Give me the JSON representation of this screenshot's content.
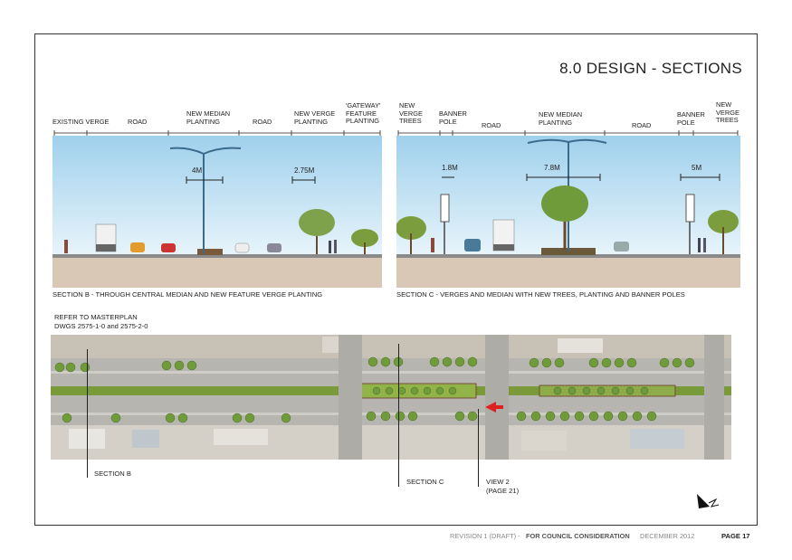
{
  "page_title": "8.0 DESIGN - SECTIONS",
  "section_b": {
    "labels": [
      "EXISTING VERGE",
      "ROAD",
      "NEW MEDIAN\nPLANTING",
      "ROAD",
      "NEW VERGE\nPLANTING",
      "'GATEWAY'\nFEATURE\nPLANTING"
    ],
    "dims": [
      "4M",
      "2.75M"
    ],
    "caption": "SECTION B - THROUGH CENTRAL MEDIAN AND NEW FEATURE VERGE PLANTING"
  },
  "section_c": {
    "labels": [
      "NEW\nVERGE\nTREES",
      "BANNER\nPOLE",
      "ROAD",
      "NEW MEDIAN\nPLANTING",
      "ROAD",
      "BANNER\nPOLE",
      "NEW\nVERGE\nTREES"
    ],
    "dims": [
      "1.8M",
      "7.8M",
      "5M"
    ],
    "caption": "SECTION C - VERGES  AND MEDIAN WITH NEW TREES, PLANTING AND BANNER POLES"
  },
  "masterplan_ref": "REFER TO MASTERPLAN\nDWGS 2575-1-0 and 2575-2-0",
  "plan_markers": {
    "section_b": "SECTION B",
    "section_c": "SECTION C",
    "view_2": "VIEW 2\n(PAGE 21)"
  },
  "footer": {
    "revision": "REVISION 1 (DRAFT) -",
    "consideration": "FOR COUNCIL CONSIDERATION",
    "date": "DECEMBER 2012",
    "page": "PAGE 17"
  },
  "colors": {
    "sky_top": "#9fd0ec",
    "sky_bottom": "#e6f3fa",
    "ground": "#d8c6b4",
    "tree": "#6f9b3a",
    "north_arrow": "#111111"
  },
  "icons": [
    "north-arrow-icon",
    "red-arrow-icon"
  ]
}
